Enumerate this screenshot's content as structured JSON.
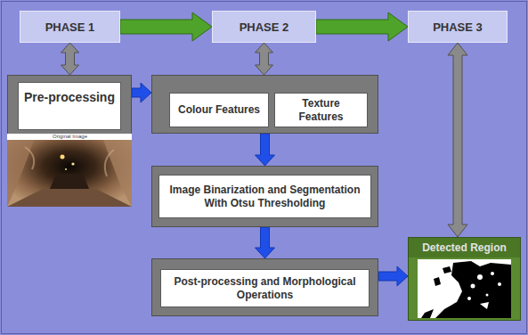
{
  "diagram": {
    "nodes": [
      {
        "text": [
          "PHASE 1"
        ]
      },
      {
        "text": [
          "PHASE 2"
        ]
      },
      {
        "text": [
          "PHASE 3"
        ]
      },
      {
        "text": [
          "Pre-processing"
        ]
      },
      {
        "text": [
          "Colour Features",
          "Texture Features"
        ]
      },
      {
        "text": [
          "Image Binarization and Segmentation With Otsu Thresholding"
        ]
      },
      {
        "text": [
          "Post-processing and Morphological Operations"
        ]
      },
      {
        "text": [
          "Detected Region"
        ]
      }
    ],
    "edges": [
      {
        "from": 0,
        "to": 1,
        "arrow": "to"
      },
      {
        "from": 1,
        "to": 2,
        "arrow": "to"
      },
      {
        "from": 0,
        "to": 3,
        "arrow": "both"
      },
      {
        "from": 1,
        "to": 4,
        "arrow": "both"
      },
      {
        "from": 2,
        "to": 7,
        "arrow": "both"
      },
      {
        "from": 3,
        "to": 4,
        "arrow": "to"
      },
      {
        "from": 4,
        "to": 5,
        "arrow": "to"
      },
      {
        "from": 5,
        "to": 6,
        "arrow": "to"
      },
      {
        "from": 6,
        "to": 7,
        "arrow": "to"
      }
    ],
    "labels": [
      "Original Image"
    ]
  }
}
